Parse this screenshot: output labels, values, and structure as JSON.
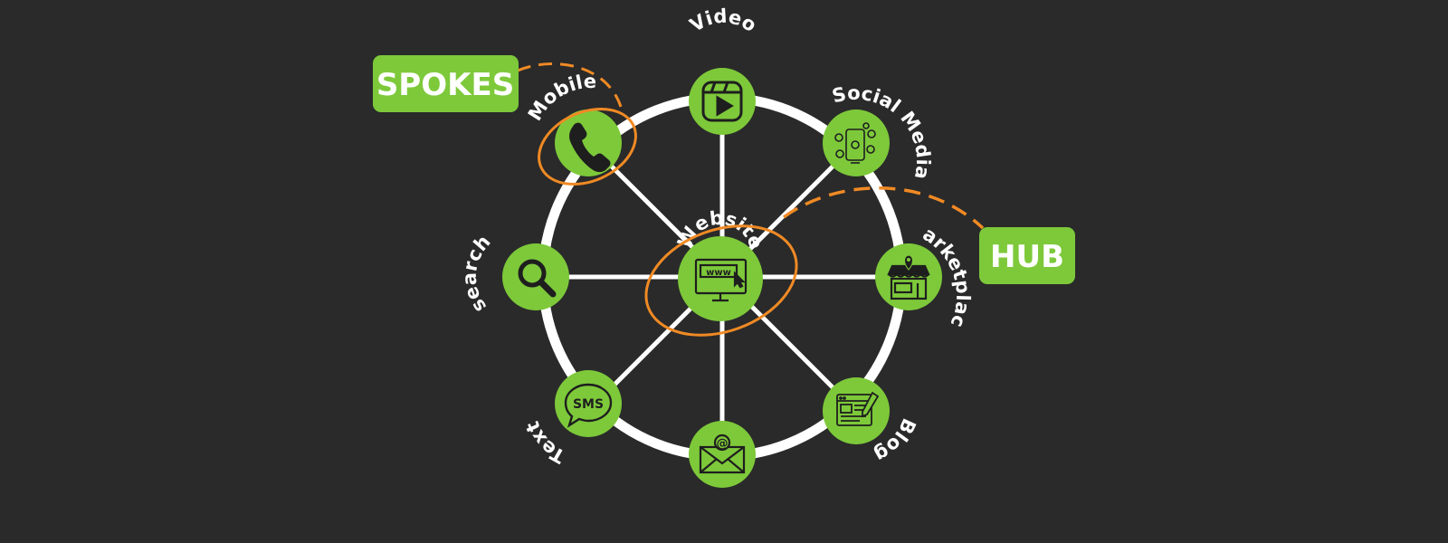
{
  "diagram": {
    "hub": {
      "label": "Website",
      "icon": "website-monitor-icon"
    },
    "spokes": [
      {
        "id": "video",
        "label": "Video",
        "icon": "video-play-icon"
      },
      {
        "id": "social-media",
        "label": "Social Media",
        "icon": "social-media-phone-icon"
      },
      {
        "id": "marketplace",
        "label": "Marketplace",
        "icon": "storefront-icon"
      },
      {
        "id": "blog",
        "label": "Blog",
        "icon": "blog-post-icon"
      },
      {
        "id": "email",
        "label": "",
        "icon": "email-envelope-icon"
      },
      {
        "id": "text",
        "label": "Text",
        "icon": "sms-bubble-icon"
      },
      {
        "id": "search",
        "label": "search",
        "icon": "magnifier-icon"
      },
      {
        "id": "mobile",
        "label": "Mobile",
        "icon": "phone-handset-icon"
      }
    ],
    "callouts": {
      "spokes": "SPOKES",
      "hub": "HUB"
    },
    "sms_icon_text": "SMS",
    "www_icon_text": "www",
    "email_icon_text": "@"
  },
  "colors": {
    "background": "#2a2a2a",
    "accent_green": "#7dc93a",
    "highlight_orange": "#f08a24",
    "wheel_white": "#ffffff",
    "icon_dark": "#1e1e1e"
  }
}
